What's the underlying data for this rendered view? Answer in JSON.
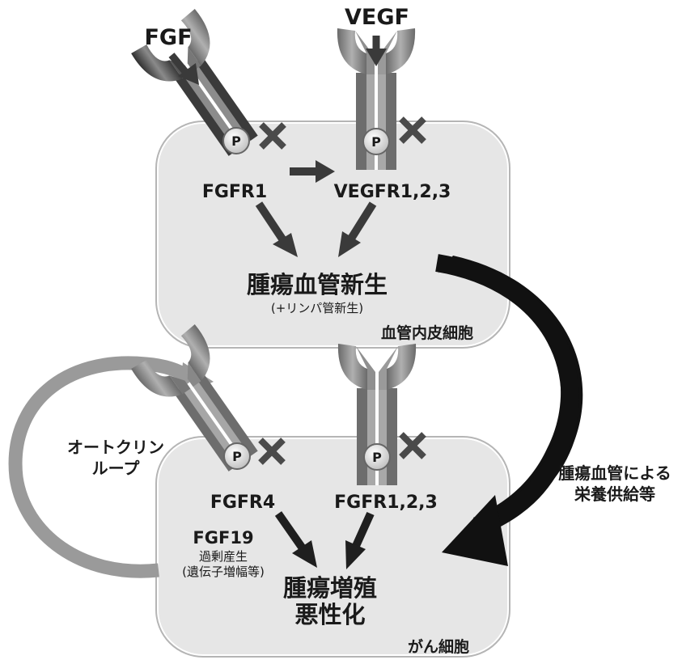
{
  "ligands": {
    "fgf": "FGF",
    "vegf": "VEGF"
  },
  "receptors": {
    "fgfr1": "FGFR1",
    "vegfr": "VEGFR1,2,3",
    "fgfr4": "FGFR4",
    "fgfr123": "FGFR1,2,3",
    "p_label": "P"
  },
  "endothelial_cell": {
    "name": "血管内皮細胞",
    "outcome_main": "腫瘍血管新生",
    "outcome_sub": "(+リンパ管新生)"
  },
  "cancer_cell": {
    "name": "がん細胞",
    "outcome_line1": "腫瘍増殖",
    "outcome_line2": "悪性化",
    "fgf19": "FGF19",
    "fgf19_note1": "過剰産生",
    "fgf19_note2": "(遺伝子増幅等)"
  },
  "autocrine": {
    "line1": "オートクリン",
    "line2": "ループ"
  },
  "supply": {
    "line1": "腫瘍血管による",
    "line2": "栄養供給等"
  },
  "colors": {
    "cell_fill": "#e6e6e6",
    "cell_stroke": "#b5b5b5",
    "dark_arrow": "#3a3a3a",
    "black_arrow": "#111111",
    "loop_gray": "#9a9a9a"
  }
}
